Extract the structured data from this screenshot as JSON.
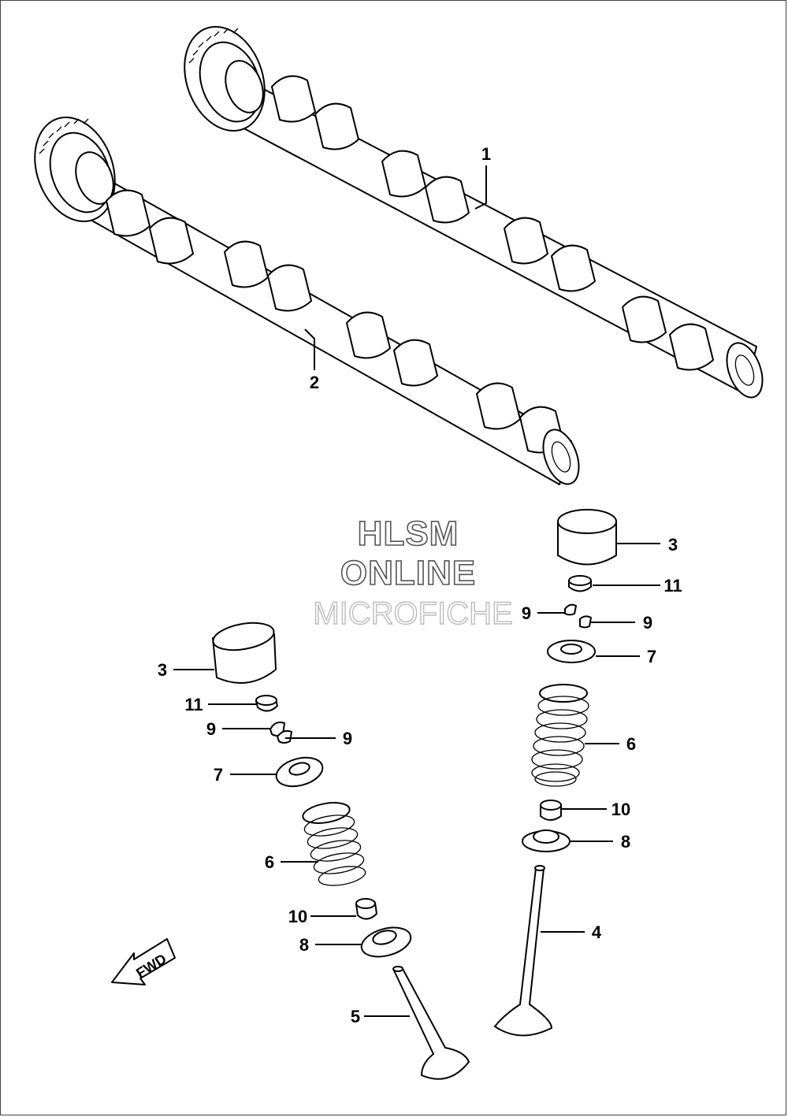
{
  "watermark": {
    "line1": "HLSM",
    "line2": "ONLINE",
    "line3": "MICROFICHE"
  },
  "fwd_label": "FWD",
  "callouts": {
    "camshaft_1": "1",
    "camshaft_2": "2",
    "tappet_right": "3",
    "shim_right": "11",
    "cotter_right_a": "9",
    "cotter_right_b": "9",
    "retainer_right": "7",
    "spring_right": "6",
    "seal_right": "10",
    "seat_right": "8",
    "valve_right": "4",
    "tappet_left": "3",
    "shim_left": "11",
    "cotter_left_a": "9",
    "cotter_left_b": "9",
    "retainer_left": "7",
    "spring_left": "6",
    "seal_left": "10",
    "seat_left": "8",
    "valve_left": "5"
  }
}
